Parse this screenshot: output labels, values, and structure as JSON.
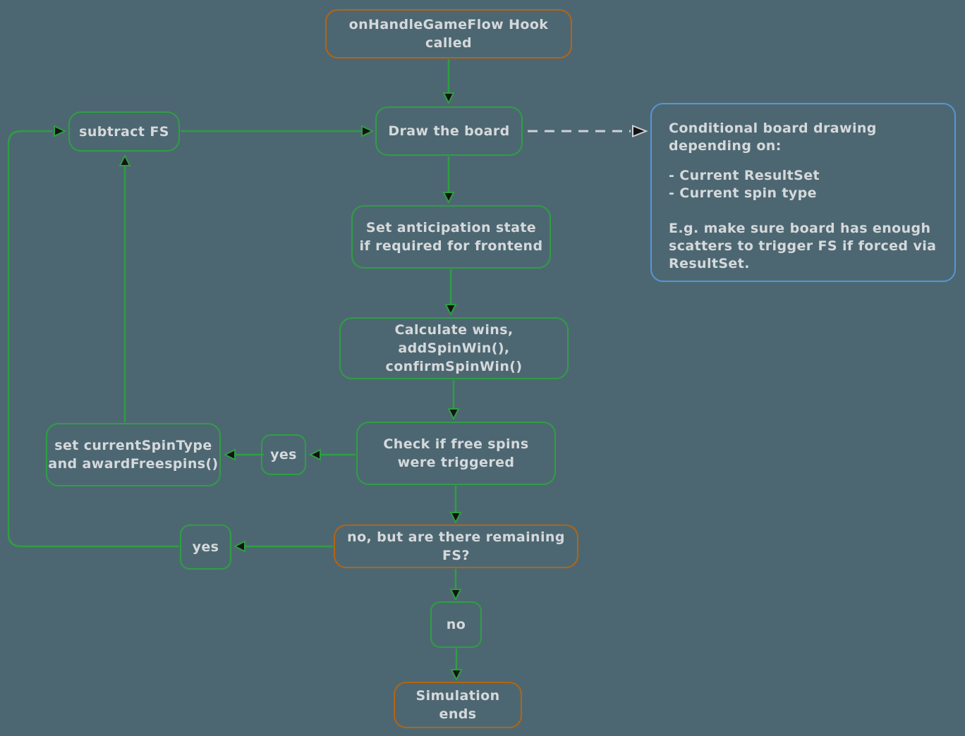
{
  "colors": {
    "background": "#4d6772",
    "green": "#2f9e44",
    "orange": "#b36512",
    "blue": "#5596d6",
    "text": "#d5d9db",
    "dashed_line": "#ccd2d5",
    "arrowhead_fill": "#141414"
  },
  "nodes": {
    "start": {
      "label": "onHandleGameFlow Hook called"
    },
    "draw_board": {
      "label": "Draw the board"
    },
    "subtract_fs": {
      "label": "subtract FS"
    },
    "anticipation": {
      "lines": [
        "Set anticipation state",
        "if required for frontend"
      ]
    },
    "calculate_wins": {
      "lines": [
        "Calculate wins,",
        "addSpinWin(), confirmSpinWin()"
      ]
    },
    "check_free_spins": {
      "lines": [
        "Check if free spins",
        "were triggered"
      ]
    },
    "yes_upper": {
      "label": "yes"
    },
    "set_spin_type": {
      "lines": [
        "set currentSpinType",
        "and awardFreespins()"
      ]
    },
    "no_remaining": {
      "label": "no, but are there remaining FS?"
    },
    "yes_lower": {
      "label": "yes"
    },
    "no_node": {
      "label": "no"
    },
    "sim_ends": {
      "label": "Simulation ends"
    }
  },
  "note": {
    "lines": [
      "Conditional board drawing depending on:",
      "",
      "- Current ResultSet",
      "- Current spin type",
      "",
      "E.g. make sure board has enough scatters to trigger FS if forced via ResultSet."
    ]
  }
}
